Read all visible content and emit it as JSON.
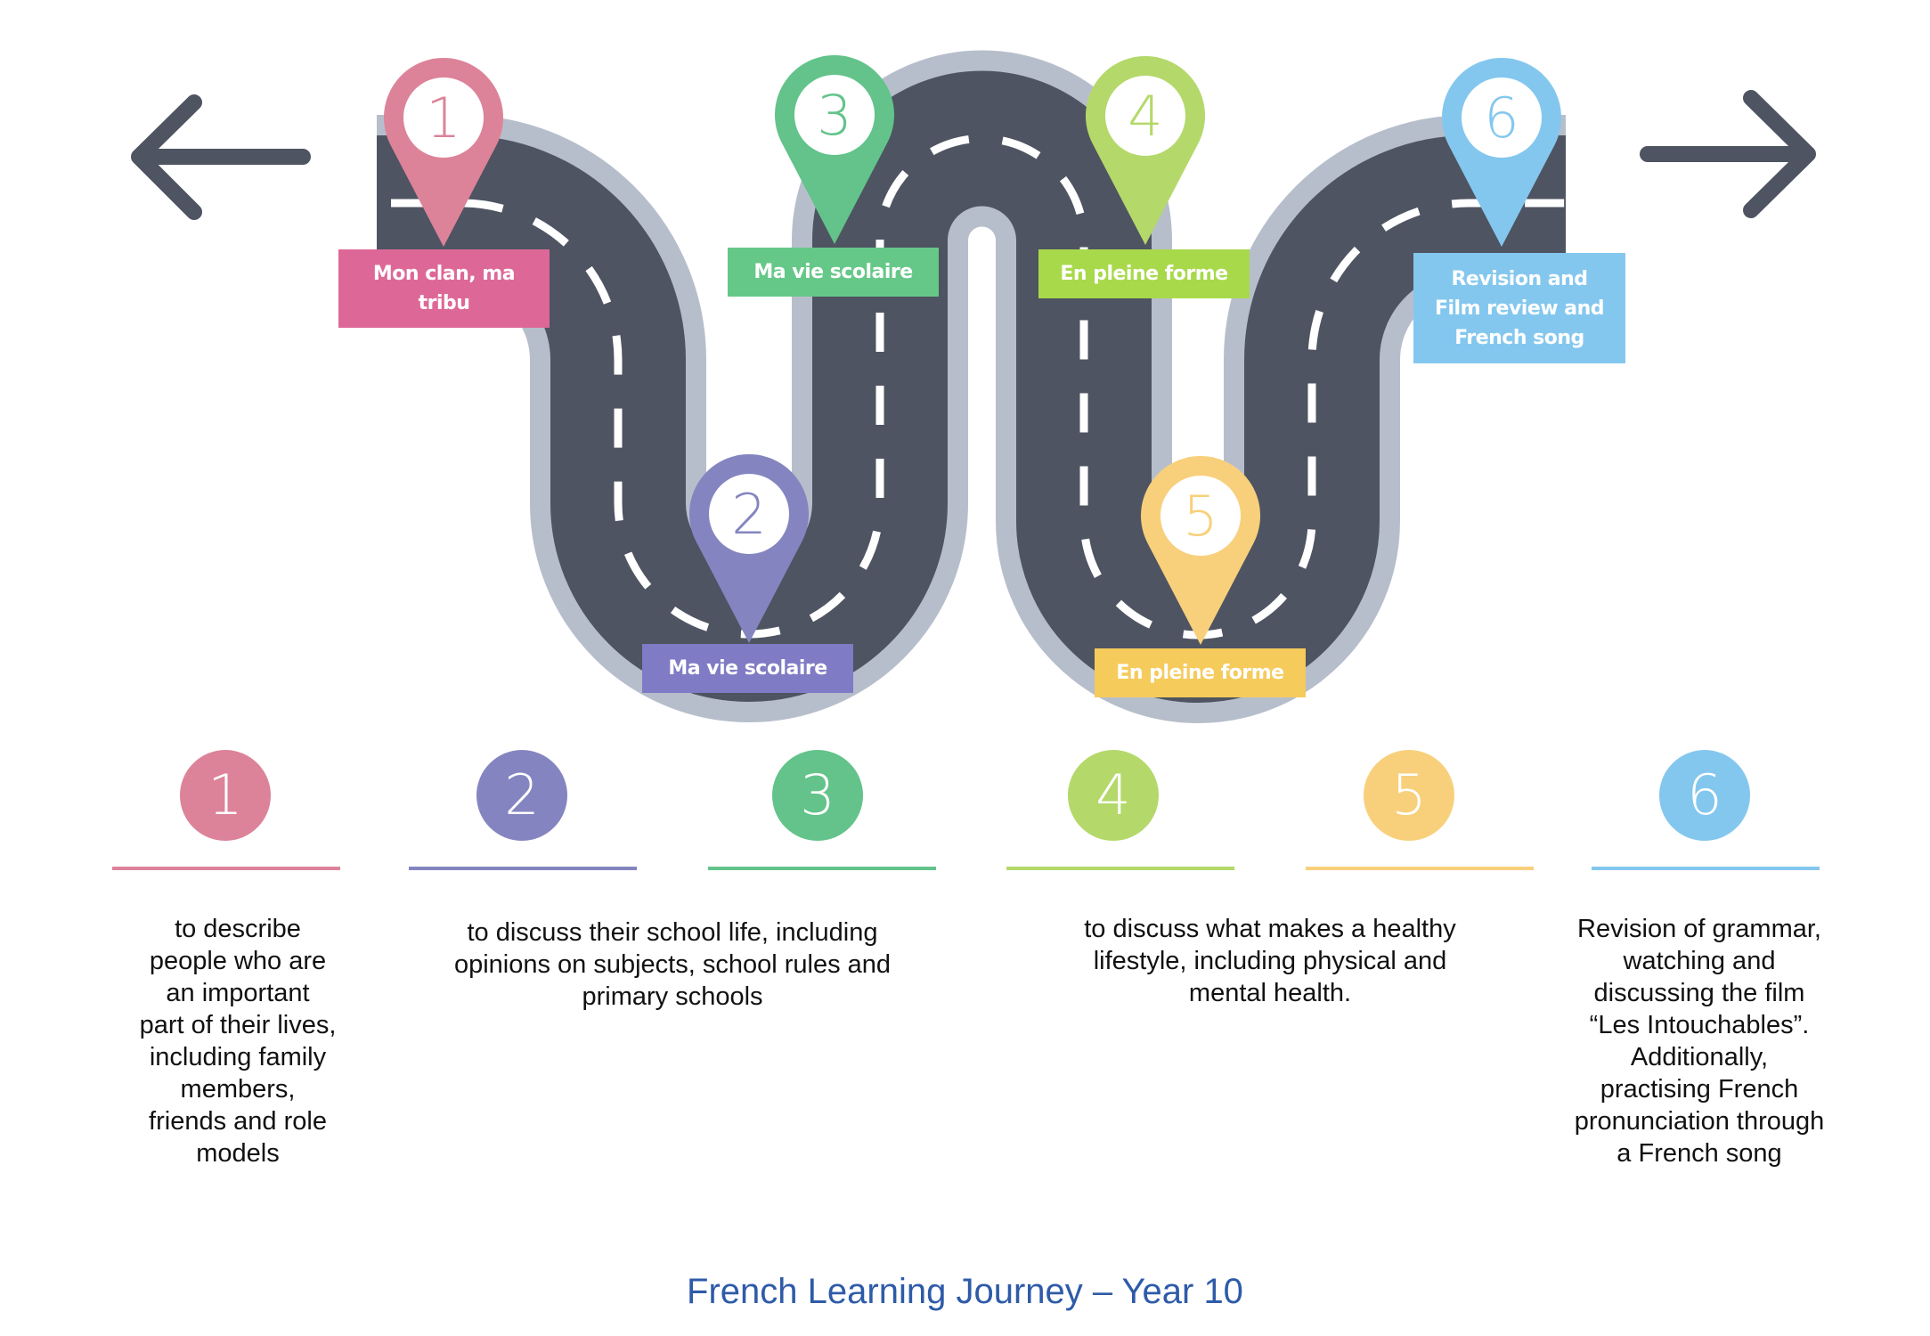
{
  "title": "French Learning Journey – Year 10",
  "colors": {
    "road": "#4E5461",
    "shoulder": "#B7BECB",
    "dash": "#FFFFFF",
    "arrow": "#4E5461",
    "footer": "#2E5BA8"
  },
  "navigation": {
    "back_icon": "arrow-left-icon",
    "forward_icon": "arrow-right-icon"
  },
  "milestones": [
    {
      "number": "1",
      "label": "Mon clan, ma tribu",
      "pin_color": "#DC8399",
      "label_color": "#DD6898"
    },
    {
      "number": "2",
      "label": "Ma vie scolaire",
      "pin_color": "#8485C0",
      "label_color": "#7F7BC4"
    },
    {
      "number": "3",
      "label": "Ma vie scolaire",
      "pin_color": "#63C38A",
      "label_color": "#66C888"
    },
    {
      "number": "4",
      "label": "En pleine forme",
      "pin_color": "#B4D86A",
      "label_color": "#A8D94B"
    },
    {
      "number": "5",
      "label": "En pleine forme",
      "pin_color": "#F8D07C",
      "label_color": "#F5CB5C"
    },
    {
      "number": "6",
      "label": "Revision and Film review and French song",
      "pin_color": "#84C7EE",
      "label_color": "#84C7EE"
    }
  ],
  "pin_labels_display": [
    "Mon clan, ma\ntribu",
    "Ma vie scolaire",
    "Ma vie scolaire",
    "En pleine forme",
    "En pleine forme",
    "Revision and\nFilm review and\nFrench song"
  ],
  "descriptions": [
    {
      "covers": [
        "1"
      ],
      "text": "to describe\npeople who are\nan important\npart of their lives,\nincluding family\nmembers,\nfriends and role\nmodels"
    },
    {
      "covers": [
        "2",
        "3"
      ],
      "text": "to discuss their school life, including\nopinions on subjects, school rules and\nprimary schools"
    },
    {
      "covers": [
        "4",
        "5"
      ],
      "text": "to discuss what makes a healthy\nlifestyle, including physical and\nmental health."
    },
    {
      "covers": [
        "6"
      ],
      "text": "Revision of grammar,\nwatching and\ndiscussing the film\n“Les Intouchables”.\nAdditionally,\npractising French\npronunciation through\na French song"
    }
  ]
}
